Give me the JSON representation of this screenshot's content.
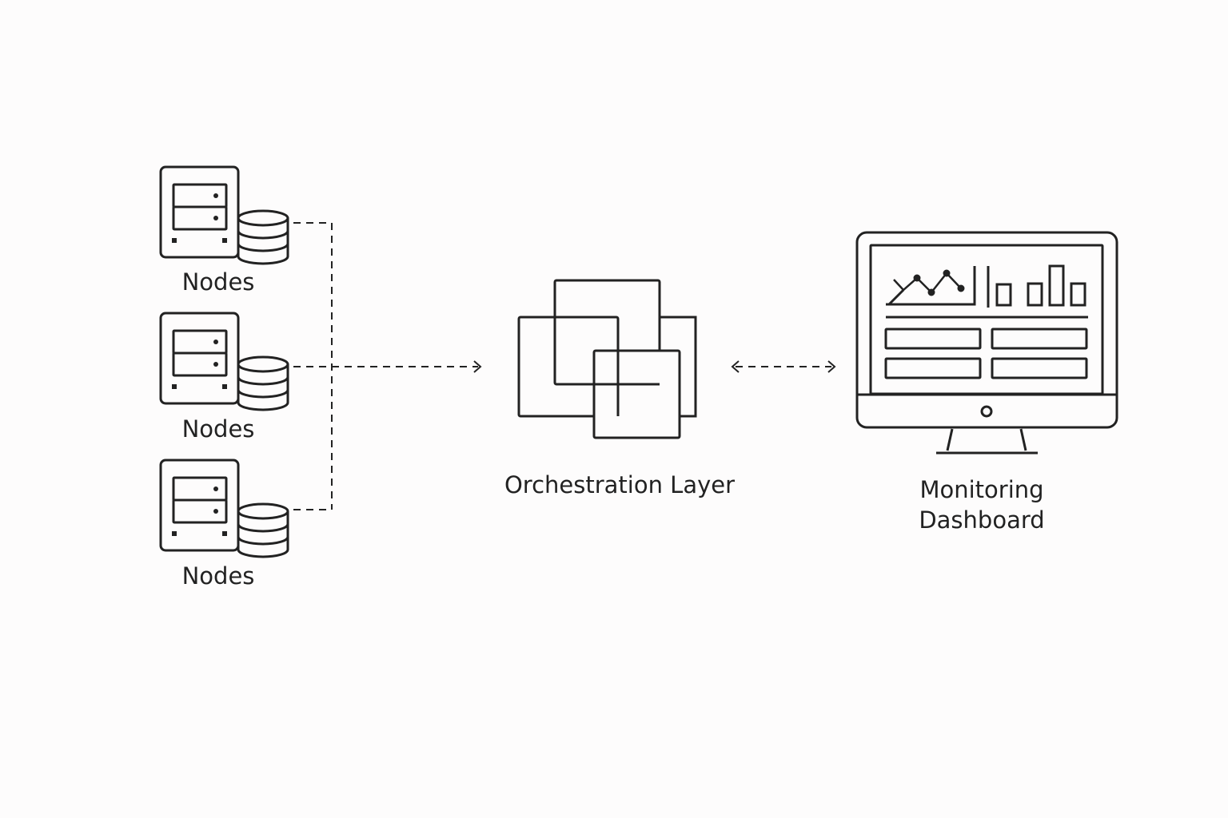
{
  "nodes": [
    {
      "label": "Nodes",
      "icon": "server-database-icon"
    },
    {
      "label": "Nodes",
      "icon": "server-database-icon"
    },
    {
      "label": "Nodes",
      "icon": "server-database-icon"
    }
  ],
  "orchestration": {
    "label": "Orchestration Layer",
    "icon": "layered-windows-icon"
  },
  "monitoring": {
    "label_line1": "Monitoring",
    "label_line2": "Dashboard",
    "icon": "monitor-dashboard-icon"
  },
  "connectors": {
    "nodes_to_orchestration": "dashed-arrow-one-way",
    "orchestration_to_monitoring": "dashed-arrow-two-way"
  },
  "colors": {
    "stroke": "#222222",
    "background": "#fdfcfc"
  }
}
